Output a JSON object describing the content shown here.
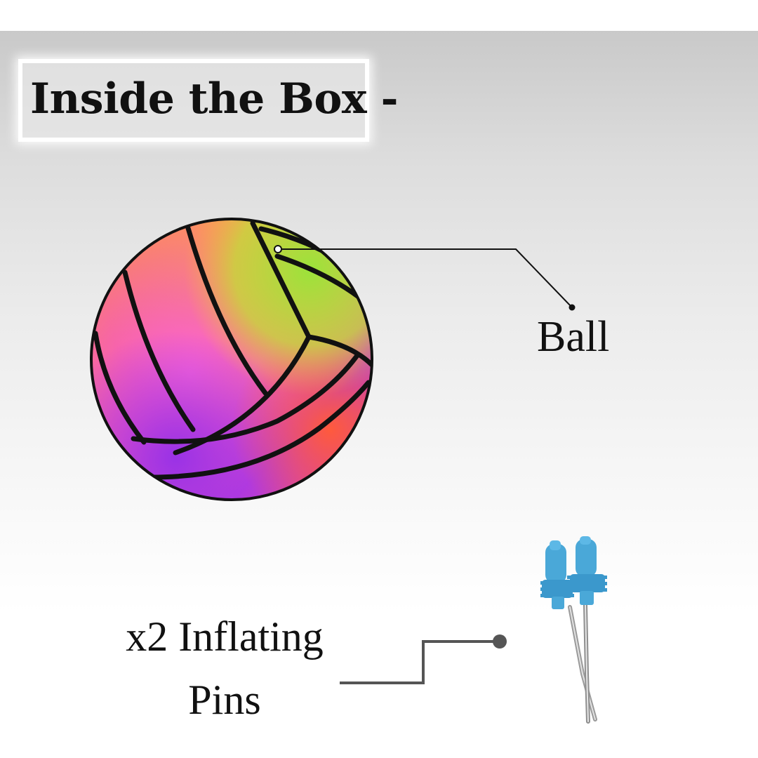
{
  "title": "Inside the Box -",
  "callouts": {
    "ball_label": "Ball",
    "pins_label_line1": "x2 Inflating",
    "pins_label_line2": "Pins"
  },
  "icons": {
    "ball": "volleyball-icon",
    "pins": "inflating-pin-icon"
  },
  "colors": {
    "pin_blue": "#4aa8d8",
    "ball_outline": "#111111",
    "text": "#111111"
  }
}
